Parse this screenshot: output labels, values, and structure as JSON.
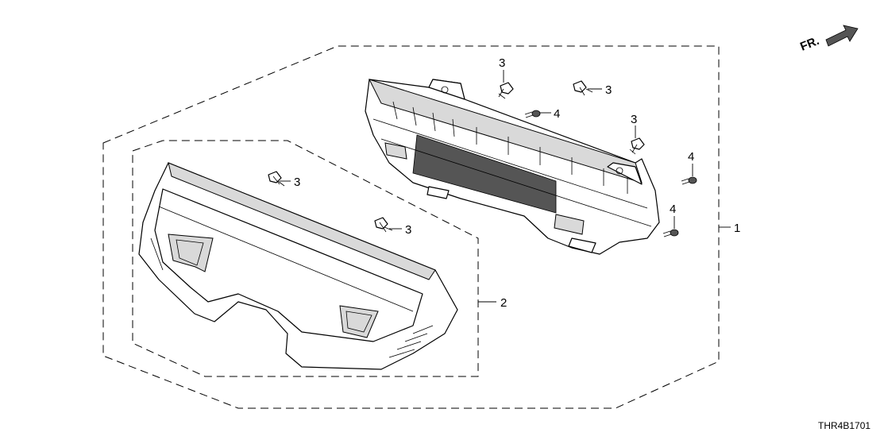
{
  "diagram": {
    "direction_label": "FR.",
    "drawing_code": "THR4B1701",
    "callouts": {
      "assembly": "1",
      "bezel": "2",
      "clip_1": "3",
      "clip_2": "3",
      "clip_3": "3",
      "clip_4": "3",
      "clip_5": "3",
      "screw_1": "4",
      "screw_2": "4",
      "screw_3": "4"
    }
  }
}
